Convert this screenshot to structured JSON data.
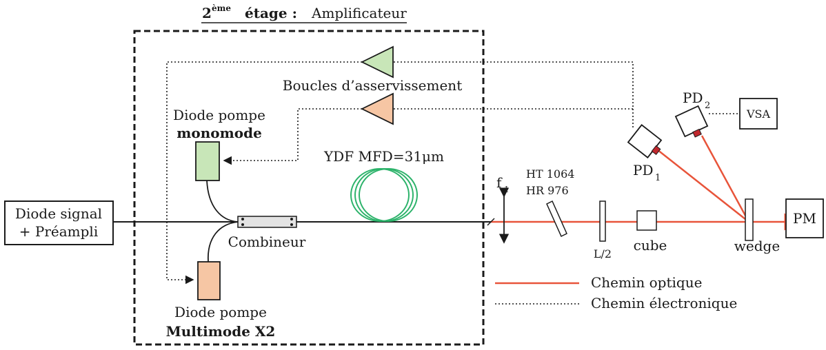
{
  "stage_title": {
    "number": "2",
    "suffix": "ème",
    "word": "étage :",
    "name": "Amplificateur"
  },
  "components": {
    "signal_line1": "Diode signal",
    "signal_line2": "+ Préampli",
    "pump_mono_line1": "Diode pompe",
    "pump_mono_line2": "monomode",
    "pump_multi_line1": "Diode pompe",
    "pump_multi_line2": "Multimode X2",
    "combiner": "Combineur",
    "loops": "Boucles d’asservissement",
    "fiber": "YDF MFD=31μm",
    "lens": "f",
    "lens_sub": "1",
    "mirror_line1": "HT 1064",
    "mirror_line2": "HR 976",
    "half_wave": "L/2",
    "cube": "cube",
    "wedge": "wedge",
    "pd1": "PD",
    "pd1_sub": "1",
    "pd2": "PD",
    "pd2_sub": "2",
    "vsa": "VSA",
    "pm": "PM"
  },
  "legend": {
    "optical": "Chemin optique",
    "electronic": "Chemin électronique"
  },
  "colors": {
    "optical_path": "#e8543a",
    "green_fill": "#c8e6b8",
    "orange_fill": "#f6c6a4",
    "fiber_coil": "#2db36b",
    "detector_tip": "#c0282e"
  }
}
